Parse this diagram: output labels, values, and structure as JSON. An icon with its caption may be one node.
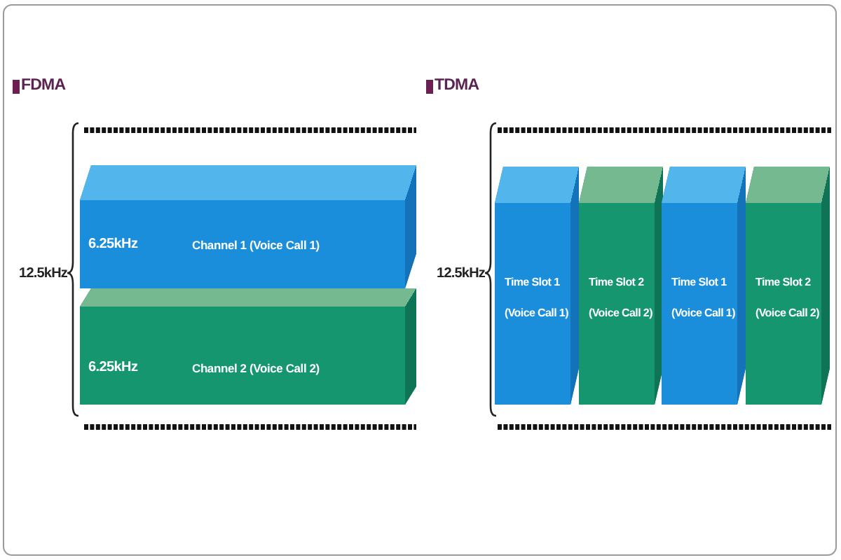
{
  "diagram": {
    "nodes": [
      {
        "text": [
          "6.25kHz",
          "Channel 1 (Voice Call 1)"
        ]
      },
      {
        "text": [
          "6.25kHz",
          "Channel 2 (Voice Call 2)"
        ]
      },
      {
        "text": [
          "Time Slot 1 (Voice Call 1)"
        ]
      },
      {
        "text": [
          "Time Slot 2 (Voice Call 2)"
        ]
      },
      {
        "text": [
          "Time Slot 1 (Voice Call 1)"
        ]
      },
      {
        "text": [
          "Time Slot 2 (Voice Call 2)"
        ]
      }
    ],
    "labels": [
      "FDMA",
      "12.5kHz",
      "TDMA",
      "12.5kHz"
    ]
  }
}
